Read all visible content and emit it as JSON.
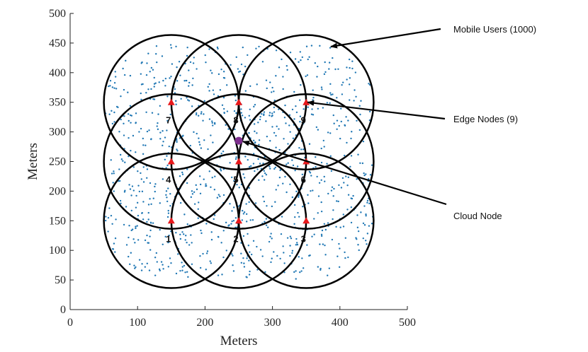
{
  "chart_data": {
    "type": "scatter",
    "xlabel": "Meters",
    "ylabel": "Meters",
    "xlim": [
      0,
      500
    ],
    "ylim": [
      0,
      500
    ],
    "x_ticks": [
      0,
      100,
      200,
      300,
      400,
      500
    ],
    "y_ticks": [
      0,
      50,
      100,
      150,
      200,
      250,
      300,
      350,
      400,
      450,
      500
    ],
    "grid": false,
    "coverage_radius": 100,
    "edge_nodes": [
      {
        "id": "1",
        "x": 150,
        "y": 150
      },
      {
        "id": "2",
        "x": 250,
        "y": 150
      },
      {
        "id": "3",
        "x": 350,
        "y": 150
      },
      {
        "id": "4",
        "x": 150,
        "y": 250
      },
      {
        "id": "5",
        "x": 250,
        "y": 250
      },
      {
        "id": "6",
        "x": 350,
        "y": 250
      },
      {
        "id": "7",
        "x": 150,
        "y": 350
      },
      {
        "id": "8",
        "x": 250,
        "y": 350
      },
      {
        "id": "9",
        "x": 350,
        "y": 350
      }
    ],
    "cloud_node": {
      "x": 250,
      "y": 285
    },
    "mobile_user_count": 1000,
    "annotations": [
      {
        "text": "Mobile Users (1000)",
        "target": "mobile_users"
      },
      {
        "text": "Edge Nodes (9)",
        "target": "edge_nodes"
      },
      {
        "text": "Cloud Node",
        "target": "cloud_node"
      }
    ],
    "colors": {
      "users": "#1f77b4",
      "edge_nodes": "#e8191c",
      "cloud_node": "#7e2f8e",
      "circles": "#000000",
      "arrows": "#000000"
    }
  }
}
